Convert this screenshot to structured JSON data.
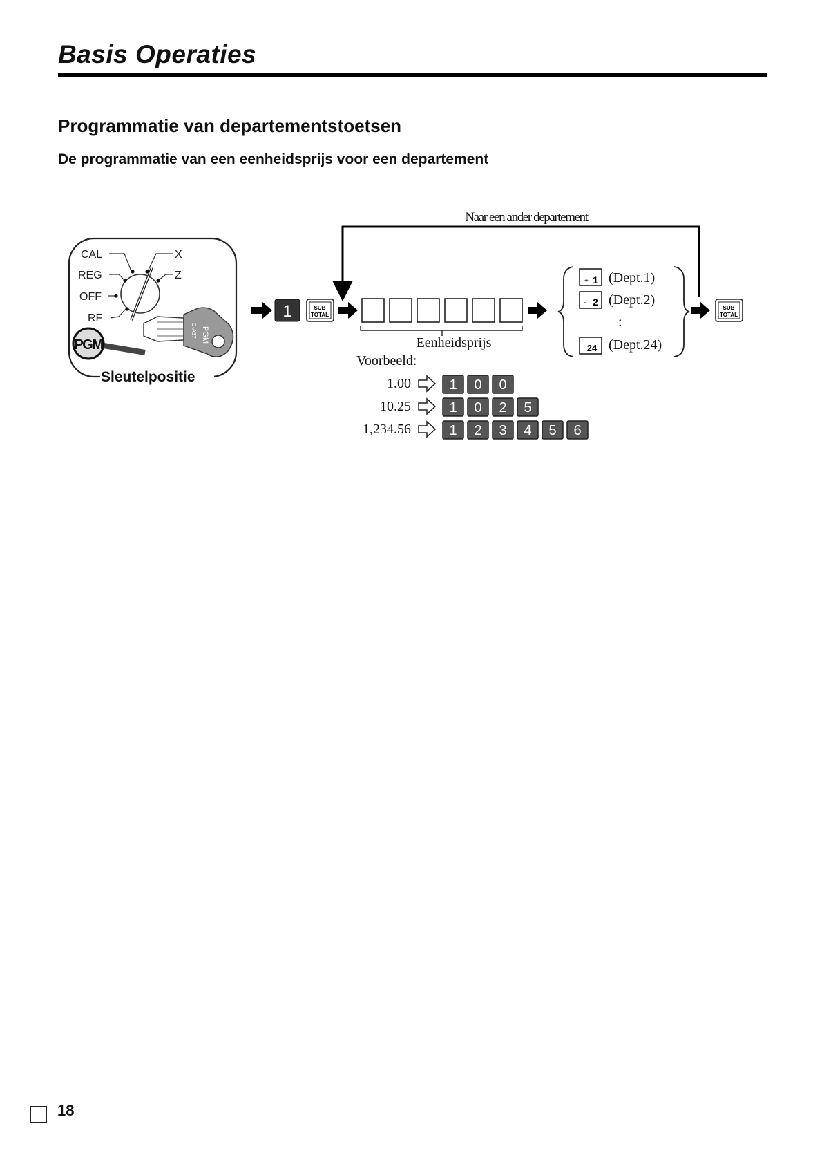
{
  "header": {
    "title": "Basis Operaties"
  },
  "section": {
    "title": "Programmatie van departementstoetsen",
    "subtitle": "De programmatie van een eenheidsprijs voor een departement"
  },
  "key_switch": {
    "positions": [
      "CAL",
      "REG",
      "OFF",
      "RF",
      "X",
      "Z"
    ],
    "selected": "PGM",
    "key_text": "PGM",
    "key_code": "C-A37",
    "caption": "Sleutelpositie"
  },
  "sequence": {
    "loop_label": "Naar een ander departement",
    "first_key": "1",
    "subtotal_key": [
      "SUB",
      "TOTAL"
    ],
    "price_boxes": 6,
    "price_label": "Eenheidsprijs",
    "departments": [
      {
        "key_top": "+",
        "key_num": "1",
        "label": "(Dept.1)"
      },
      {
        "key_top": "-",
        "key_num": "2",
        "label": "(Dept.2)"
      },
      {
        "key_top": "",
        "key_num": ":",
        "label": ""
      },
      {
        "key_top": "",
        "key_num": "24",
        "label": "(Dept.24)"
      }
    ]
  },
  "examples": {
    "label": "Voorbeeld:",
    "rows": [
      {
        "value": "1.00",
        "keys": [
          "1",
          "0",
          "0"
        ]
      },
      {
        "value": "10.25",
        "keys": [
          "1",
          "0",
          "2",
          "5"
        ]
      },
      {
        "value": "1,234.56",
        "keys": [
          "1",
          "2",
          "3",
          "4",
          "5",
          "6"
        ]
      }
    ]
  },
  "footer": {
    "page_number": "18"
  }
}
